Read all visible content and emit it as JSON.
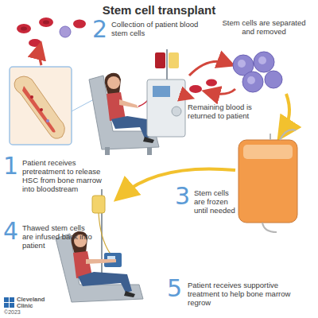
{
  "diagram": {
    "title": "Stem cell transplant",
    "labels": [
      "1",
      "Patient receives pretreatment to release HSC from bone marrow into bloodstream",
      "2",
      "Collection of patient blood stem cells",
      "Stem cells are separated and removed",
      "Remaining blood is returned to patient",
      "3",
      "Stem cells are frozen until needed",
      "4",
      "Thawed stem cells are infused back into patient",
      "5",
      "Patient receives supportive treatment to help bone marrow regrow",
      "Cleveland Clinic",
      "©2023"
    ]
  }
}
